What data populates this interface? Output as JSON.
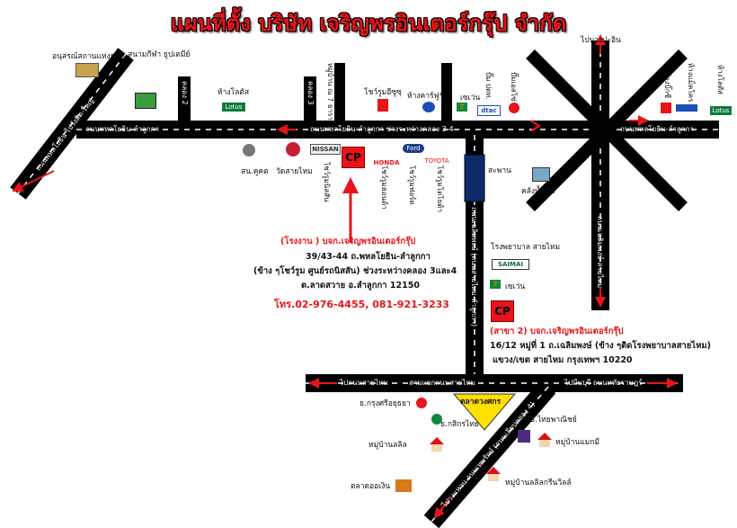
{
  "title": "แผนที่ตั้ง บริษัท เจริญพรอินเตอร์กรุ๊ป จำกัด",
  "roads": {
    "phahon_top": "ถนนพหลโยธิน-ลำลูกกา",
    "phahon_middle": "ถนนพหลโยธิน-ลำลูกกา ช่วงระหว่างคลอง 3-4",
    "phahon_right": "ถนนพหลโยธิน-ลำลูกกา",
    "phahon_diagonal": "ถนนพหลโยธิน ไปรังสิต-ใหญ่",
    "to_bangkhen": "ไปบางปะอิน",
    "klong2": "คลอง 2",
    "klong3": "คลอง 3",
    "soi_left": "หมู่บ้าน ณ 7 ธารา",
    "lamlukka_vertical": "ถนนลำลูกกา",
    "south_vertical": "ถนนเฉลิมพงษ์ (ถนนสายไหม-ลำลูกกา)",
    "cross_right_vertical": "ถนนเฉลิมพงษ์-สายไหม",
    "to_saimai": "ไปถนนสายไหม",
    "saimai_junction": "สามแยกถนนสายไหม",
    "to_minburi": "ไปมีนบุรี ถนนหทัยราษฎร์",
    "to_wongwaen": "ไปวงแหวน ถนนเทพรักษ์ (ถนนเลียบคลอง 4)"
  },
  "landmarks": {
    "monument": "อนุสรณ์สถานแห่งชาติ",
    "stadium": "สนามกีฬา ธูปเตมีย์",
    "lotus_left": "ห้างโลตัส",
    "lotus_brand": "Lotus",
    "showroom_isuzu": "โชว์รูมอีซูซุ",
    "carrefour": "ห้างคาร์ฟูร์",
    "seven_top": "เซเว่น",
    "seven_brand": "7",
    "dtac": "ปั๊ม ปตท.",
    "dtac_brand": "dtac",
    "shell": "ปั๊มเอสโซ่",
    "right_shop1": "ห้างบิ๊กซี",
    "right_shop2": "ห้างแม็คโคร",
    "right_shop3": "ห้างโลตัส",
    "police": "สน.คูคต",
    "temple": "วัดสายไหม",
    "nissan_showroom": "โชว์รูมนิสสัน",
    "honda_showroom": "โชว์รูมฮอนด้า",
    "ford_showroom": "โชว์รูมฟอร์ด",
    "toyota_showroom": "โชว์รูมโตโยต้า",
    "cp_label": "CP",
    "honda_brand": "HONDA",
    "ford_brand": "Ford",
    "toyota_brand": "TOYOTA",
    "nissan_brand": "NISSAN",
    "bridge": "สะพาน",
    "water": "คลังน้ำมัน",
    "saimai_hospital": "โรงพยาบาล สายไหม",
    "saimai_brand": "SAIMAI",
    "seven_south": "เซเว่น",
    "bank_krungsri": "ธ.กรุงศรีอยุธยา",
    "bank_kasikorn": "ธ.กสิกรไทย",
    "bank_scb": "ธ.ไทยพาณิชย์",
    "market": "ตลาดวงศกร",
    "village_lalin": "หมู่บ้านลลิล",
    "village_mangmee": "หมู่บ้านแมกมี",
    "market_loen": "ตลาดออเงิน",
    "village_green": "หมู่บ้านลลิลกรีนวิลล์"
  },
  "factory": {
    "heading": "(โรงงาน ) บจก.เจริญพรอินเตอร์กรุ๊ป",
    "line1": "39/43-44 ถ.พหลโยธิน-ลำลูกกา",
    "line2": "(ข้าง ๆโชว์รูม ศูนย์รถนิสสัน) ช่วงระหว่างคลอง 3และ4",
    "line3": "ต.ลาดสวาย อ.ลำลูกกา 12150",
    "phone": "โทร.02-976-4455, 081-921-3233"
  },
  "branch": {
    "heading": "(สาขา 2) บจก.เจริญพรอินเตอร์กรุ๊ป",
    "line1": "16/12 หมู่ที่ 1 ถ.เฉลิมพงษ์ (ข้าง ๆติดโรงพยาบาลสายไหม)",
    "line2": "แขวง/เขต สายไหม กรุงเทพฯ 10220"
  },
  "colors": {
    "road": "#000000",
    "dash": "#ffffff",
    "arrow": "#e8141b",
    "accent": "#e8141b"
  }
}
